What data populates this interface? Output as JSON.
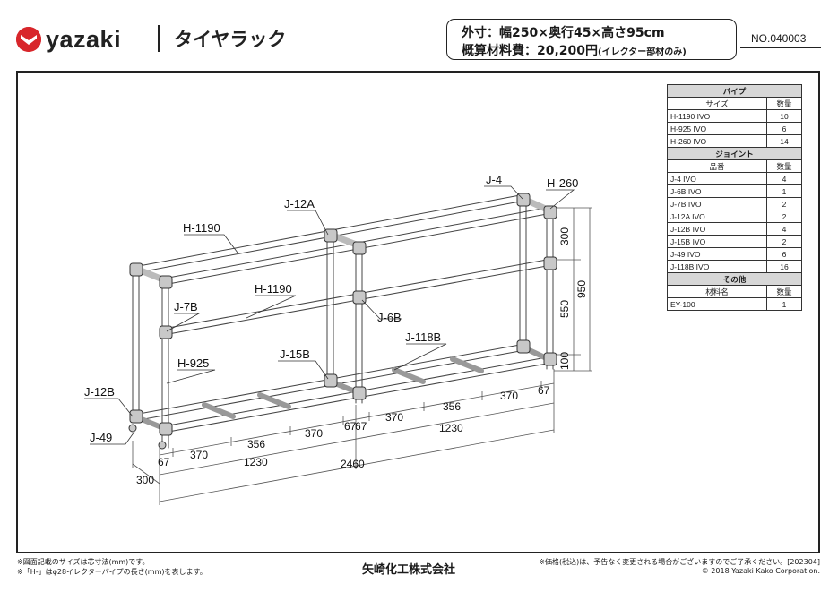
{
  "header": {
    "brand": "yazaki",
    "product_name": "タイヤラック",
    "spec_size": "外寸：幅250×奥行45×高さ95cm",
    "spec_cost": "概算材料費：20,200円",
    "spec_cost_note": "(イレクター部材のみ)",
    "doc_number": "NO.040003",
    "brand_color": "#d8262b"
  },
  "parts_table": {
    "pipe_section": "パイプ",
    "pipe_headers": [
      "サイズ",
      "数量"
    ],
    "pipes": [
      {
        "name": "H-1190 IVO",
        "qty": "10"
      },
      {
        "name": "H-925 IVO",
        "qty": "6"
      },
      {
        "name": "H-260 IVO",
        "qty": "14"
      }
    ],
    "joint_section": "ジョイント",
    "joint_headers": [
      "品番",
      "数量"
    ],
    "joints": [
      {
        "name": "J-4 IVO",
        "qty": "4"
      },
      {
        "name": "J-6B IVO",
        "qty": "1"
      },
      {
        "name": "J-7B IVO",
        "qty": "2"
      },
      {
        "name": "J-12A IVO",
        "qty": "2"
      },
      {
        "name": "J-12B IVO",
        "qty": "4"
      },
      {
        "name": "J-15B IVO",
        "qty": "2"
      },
      {
        "name": "J-49 IVO",
        "qty": "6"
      },
      {
        "name": "J-118B IVO",
        "qty": "16"
      }
    ],
    "other_section": "その他",
    "other_headers": [
      "材料名",
      "数量"
    ],
    "others": [
      {
        "name": "EY-100",
        "qty": "1"
      }
    ]
  },
  "drawing": {
    "labels": {
      "j4": "J-4",
      "h260": "H-260",
      "j12a": "J-12A",
      "h1190_top": "H-1190",
      "h1190_mid": "H-1190",
      "j7b": "J-7B",
      "j6b": "J-6B",
      "h925": "H-925",
      "j15b": "J-15B",
      "j118b": "J-118B",
      "j12b": "J-12B",
      "j49": "J-49"
    },
    "dimensions": {
      "height_top": "300",
      "height_mid": "550",
      "height_bottom": "100",
      "height_total": "950",
      "front_offset_left": "67",
      "front_seg1": "370",
      "front_seg2": "356",
      "front_seg3": "370",
      "front_offset_mid_a": "67",
      "front_offset_mid_b": "67",
      "back_seg1": "370",
      "back_seg2": "356",
      "back_seg3": "370",
      "back_offset_right": "67",
      "half_width_front": "1230",
      "half_width_back": "1230",
      "total_width": "2460",
      "depth": "300"
    }
  },
  "footer": {
    "note1": "※図面記載のサイズは芯寸法(mm)です。",
    "note2": "※「H-」はφ28イレクターパイプの長さ(mm)を表します。",
    "company": "矢崎化工株式会社",
    "price_note": "※価格(税込)は、予告なく変更される場合がございますのでご了承ください。[202304]",
    "copyright": "© 2018 Yazaki Kako Corporation."
  }
}
